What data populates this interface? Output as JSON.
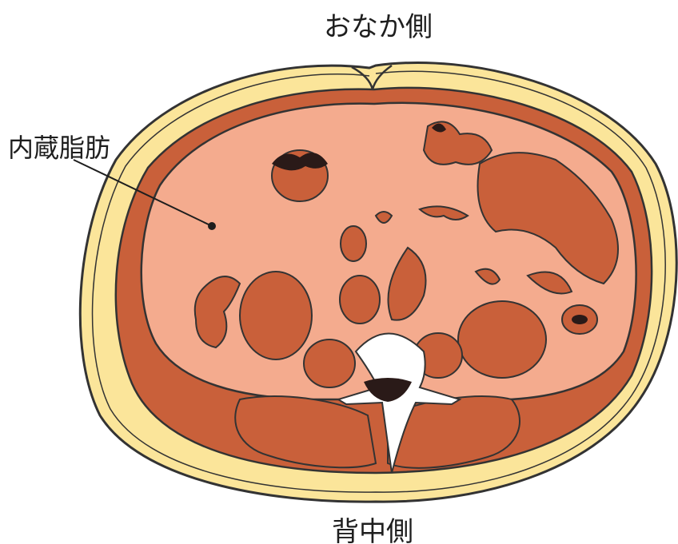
{
  "labels": {
    "front": "おなか側",
    "back": "背中側",
    "visceral_fat": "内蔵脂肪"
  },
  "colors": {
    "outline": "#333333",
    "subcutaneous_fat": "#fbe59a",
    "muscle": "#c9603a",
    "visceral_fat": "#f4ab8e",
    "organs": "#c9603a",
    "bone": "#ffffff",
    "spinal_canal": "#2a1a18"
  }
}
